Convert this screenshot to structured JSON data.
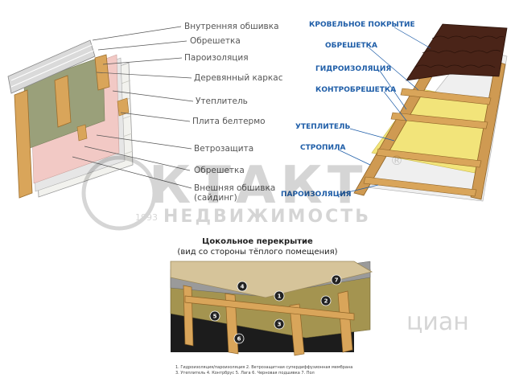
{
  "wall_labels": [
    "Внутренняя обшивка",
    "Обрешетка",
    "Пароизоляция",
    "Деревянный каркас",
    "Утеплитель",
    "Плита белтермо",
    "Ветрозащита",
    "Обрешетка",
    "Внешняя обшивка",
    "(сайдинг)"
  ],
  "roof_labels": [
    "КРОВЕЛЬНОЕ ПОКРЫТИЕ",
    "ОБРЕШЕТКА",
    "ГИДРОИЗОЛЯЦИЯ",
    "КОНТРОБРЕШЕТКА",
    "УТЕПЛИТЕЛЬ",
    "СТРОПИЛА",
    "ПАРОИЗОЛЯЦИЯ"
  ],
  "floor": {
    "title": "Цокольное перекрытие",
    "subtitle": "(вид со стороны тёплого помещения)",
    "markers": [
      "1",
      "2",
      "3",
      "4",
      "5",
      "6",
      "7"
    ],
    "legend_line1": "1. Гидроизоляция/пароизоляция  2. Ветрозащитная супердиффузионная мембрана",
    "legend_line2": "3. Утеплитель  4. Контрбрус  5. Лага  6. Черновая подшивка  7. Пол"
  },
  "watermark": {
    "brand": "КТАКТ",
    "year": "1993",
    "tagline": "НЕДВИЖИМОСТЬ",
    "reg": "®",
    "corner": "циан"
  }
}
